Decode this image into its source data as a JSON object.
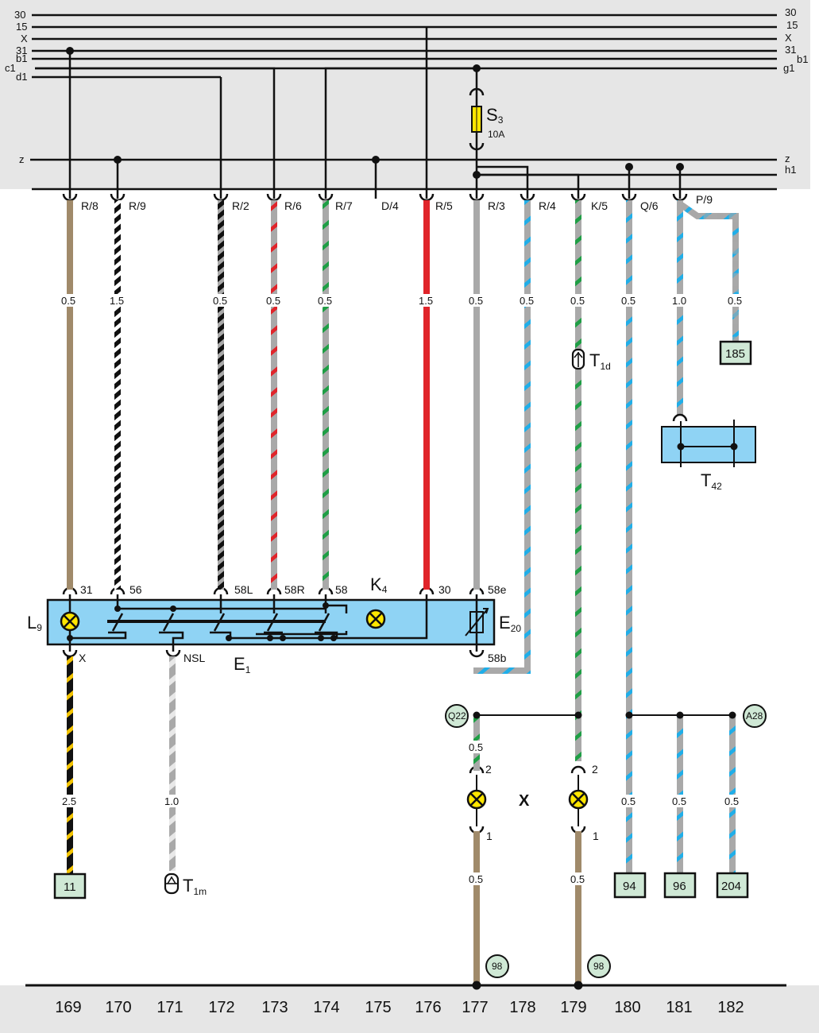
{
  "title": "Wiring diagram – current paths 169-182",
  "bus_bars": {
    "left_labels": [
      "30",
      "15",
      "X",
      "31",
      "b1",
      "c1",
      "d1"
    ],
    "right_labels": [
      "30",
      "15",
      "X",
      "31",
      "b1",
      "g1"
    ],
    "lower_left": [
      "z"
    ],
    "lower_right": [
      "z",
      "h1"
    ]
  },
  "connectors": [
    {
      "id": "R/8",
      "column": 169
    },
    {
      "id": "R/9",
      "column": 170
    },
    {
      "id": "R/2",
      "column": 172
    },
    {
      "id": "R/6",
      "column": 173
    },
    {
      "id": "R/7",
      "column": 174
    },
    {
      "id": "D/4",
      "column": 175
    },
    {
      "id": "R/5",
      "column": 176
    },
    {
      "id": "R/3",
      "column": 177
    },
    {
      "id": "R/4",
      "column": 178
    },
    {
      "id": "K/5",
      "column": 179
    },
    {
      "id": "Q/6",
      "column": 180
    },
    {
      "id": "P/9",
      "column": 181
    }
  ],
  "fuse": {
    "name": "S",
    "sub": "3",
    "rating": "10A"
  },
  "wires": [
    {
      "column": 169,
      "gauge": "0.5",
      "color": "brown"
    },
    {
      "column": 170,
      "gauge": "1.5",
      "color": "black/white"
    },
    {
      "column": 172,
      "gauge": "0.5",
      "color": "black/grey"
    },
    {
      "column": 173,
      "gauge": "0.5",
      "color": "grey/red"
    },
    {
      "column": 174,
      "gauge": "0.5",
      "color": "grey/green"
    },
    {
      "column": 176,
      "gauge": "1.5",
      "color": "red"
    },
    {
      "column": 177,
      "gauge": "0.5",
      "color": "grey"
    },
    {
      "column": 178,
      "gauge": "0.5",
      "color": "grey/blue"
    },
    {
      "column": 179,
      "gauge": "0.5",
      "color": "grey/green"
    },
    {
      "column": 180,
      "gauge": "0.5",
      "color": "grey/blue"
    },
    {
      "column": 181,
      "gauge": "1.0",
      "color": "grey/blue"
    },
    {
      "column": 182,
      "gauge": "0.5",
      "color": "grey/blue"
    }
  ],
  "components": {
    "T1d": {
      "name": "T",
      "sub": "1d"
    },
    "T42": {
      "name": "T",
      "sub": "42"
    },
    "T1m": {
      "name": "T",
      "sub": "1m"
    },
    "L9": {
      "name": "L",
      "sub": "9"
    },
    "K4": {
      "name": "K",
      "sub": "4"
    },
    "E20": {
      "name": "E",
      "sub": "20"
    },
    "E1": {
      "name": "E",
      "sub": "1"
    },
    "lamp_group": "X"
  },
  "switch_pins": {
    "top": [
      "31",
      "56",
      "58L",
      "58R",
      "58",
      "30",
      "58e"
    ],
    "bottom": [
      "X",
      "NSL",
      "58b"
    ]
  },
  "lower_wires": {
    "w169": "2.5",
    "w171": "1.0",
    "q22_drop": "0.5",
    "lamp_pin_top": "2",
    "lamp_pin_bottom": "1",
    "w177": "0.5",
    "w179": "0.5",
    "w180": "0.5",
    "w181": "0.5",
    "w182": "0.5"
  },
  "ground_points": [
    "Q22",
    "A28",
    "98",
    "98"
  ],
  "refs": {
    "r185": "185",
    "r11": "11",
    "r94": "94",
    "r96": "96",
    "r204": "204"
  },
  "column_numbers": [
    "169",
    "170",
    "171",
    "172",
    "173",
    "174",
    "175",
    "176",
    "177",
    "178",
    "179",
    "180",
    "181",
    "182"
  ],
  "colors": {
    "panel_bg": "#e6e6e6",
    "component_blue": "#8fd3f4",
    "lamp_yellow": "#ffe600",
    "ref_green": "#cfe8d5",
    "wire_brown": "#a08a6a",
    "wire_red": "#e0242a",
    "wire_grey": "#a9a9a9",
    "wire_green": "#1f9e45",
    "wire_blue": "#20aee8",
    "wire_black": "#111111",
    "wire_yellow": "#f2c300"
  }
}
